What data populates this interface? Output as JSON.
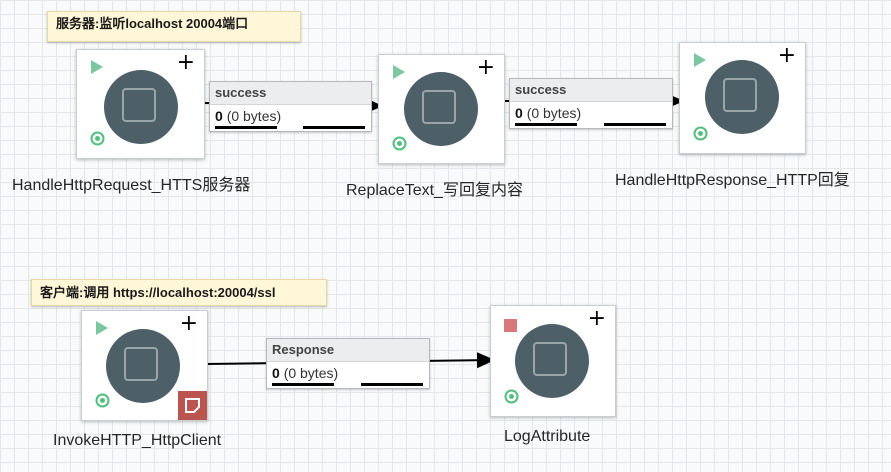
{
  "notes": {
    "server": "服务器:监听localhost 20004端口",
    "client": "客户端:调用 https://localhost:20004/ssl"
  },
  "processors": {
    "p1": {
      "name": "HandleHttpRequest_HTTS服务器",
      "state": "running"
    },
    "p2": {
      "name": "ReplaceText_写回复内容",
      "state": "running"
    },
    "p3": {
      "name": "HandleHttpResponse_HTTP回复",
      "state": "running"
    },
    "p4": {
      "name": "InvokeHTTP_HttpClient",
      "state": "running"
    },
    "p5": {
      "name": "LogAttribute",
      "state": "stopped"
    }
  },
  "connections": {
    "c1": {
      "relationship": "success",
      "count": "0",
      "size": "(0 bytes)"
    },
    "c2": {
      "relationship": "success",
      "count": "0",
      "size": "(0 bytes)"
    },
    "c3": {
      "relationship": "Response",
      "count": "0",
      "size": "(0 bytes)"
    }
  },
  "colors": {
    "processor_circle": "#4d6068",
    "running": "#7dc7a0",
    "valid": "#52bf7e",
    "stopped": "#d9787b",
    "note_bg": "#fff7d7",
    "bulletin": "#ba5550"
  },
  "icons": {
    "start": "play-icon",
    "stop": "stop-icon",
    "add": "plus-icon",
    "valid": "valid-icon",
    "bulletin": "bulletin-icon",
    "processor": "processor-icon"
  }
}
